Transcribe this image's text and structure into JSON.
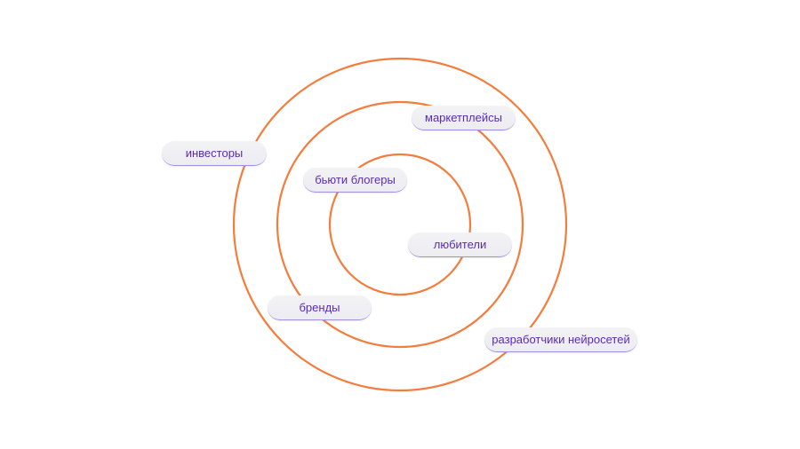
{
  "colors": {
    "ring": "#f47c3c",
    "label_text": "#5a2bb8"
  },
  "rings": [
    {
      "level": "outer"
    },
    {
      "level": "middle"
    },
    {
      "level": "inner"
    }
  ],
  "labels": {
    "investors": "инвесторы",
    "marketplaces": "маркетплейсы",
    "beauty_bloggers": "бьюти блогеры",
    "amateurs": "любители",
    "brands": "бренды",
    "nn_developers": "разработчики нейросетей"
  }
}
